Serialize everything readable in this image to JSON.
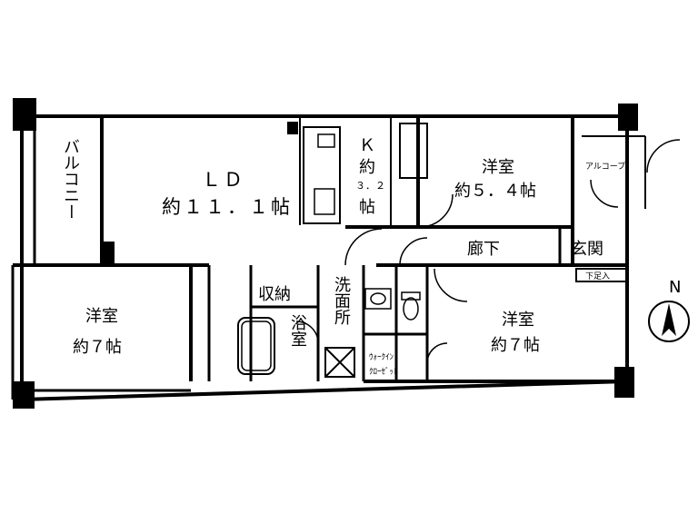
{
  "floorplan": {
    "ld": {
      "name": "ＬＤ",
      "size": "約１１．１帖"
    },
    "kitchen": {
      "name": "Ｋ",
      "size_prefix": "約",
      "size_value": "３．２",
      "size_unit": "帖"
    },
    "western_room_ne": {
      "name": "洋室",
      "size": "約５．４帖"
    },
    "alcove": "アルコーブ",
    "balcony": "バルコニー",
    "corridor": "廊下",
    "entrance": "玄関",
    "shoe_storage": "下足入",
    "western_room_w": {
      "name": "洋室",
      "size": "約７帖"
    },
    "storage": "収納",
    "bathroom": "浴室",
    "washroom": "洗面所",
    "walk_in_closet": {
      "line1": "ｳｫｰｸｲﾝ",
      "line2": "ｸﾛｰｾﾞｯﾄ"
    },
    "western_room_se": {
      "name": "洋室",
      "size": "約７帖"
    },
    "compass": "N"
  }
}
